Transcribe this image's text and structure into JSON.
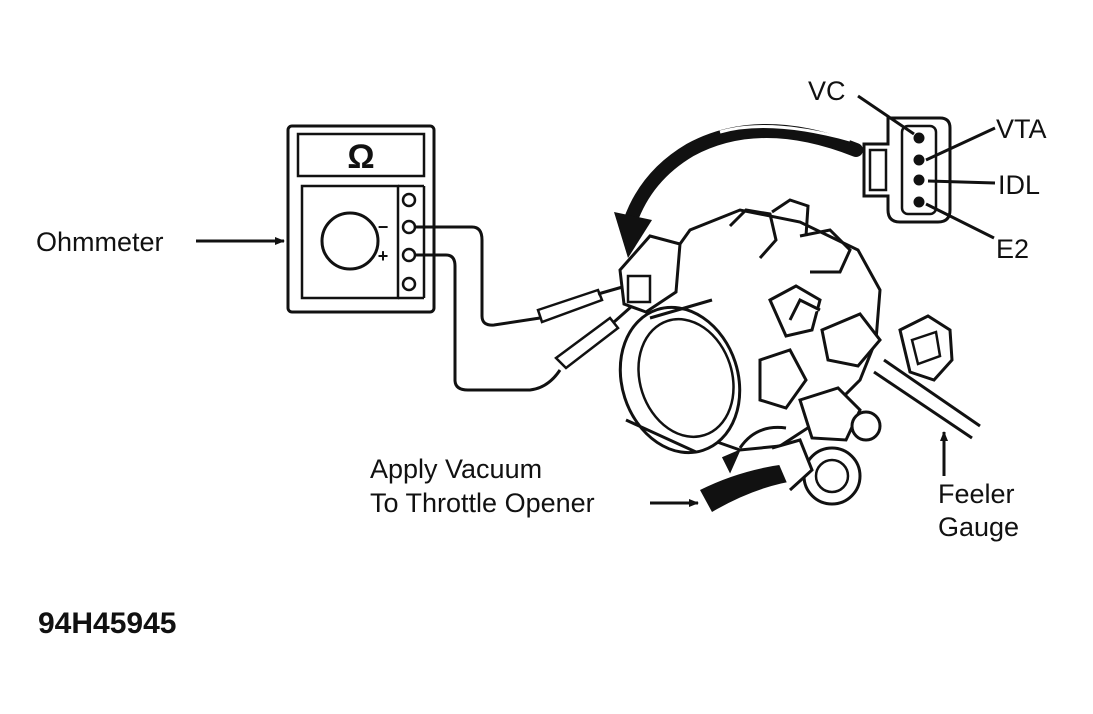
{
  "labels": {
    "ohmmeter": "Ohmmeter",
    "vc": "VC",
    "vta": "VTA",
    "idl": "IDL",
    "e2": "E2",
    "apply_line1": "Apply Vacuum",
    "apply_line2": "To Throttle Opener",
    "feeler_line1": "Feeler",
    "feeler_line2": "Gauge",
    "figure_code": "94H45945"
  },
  "meter": {
    "symbol": "Ω",
    "minus": "−",
    "plus": "+"
  },
  "colors": {
    "ink": "#111111",
    "paper": "#ffffff"
  }
}
